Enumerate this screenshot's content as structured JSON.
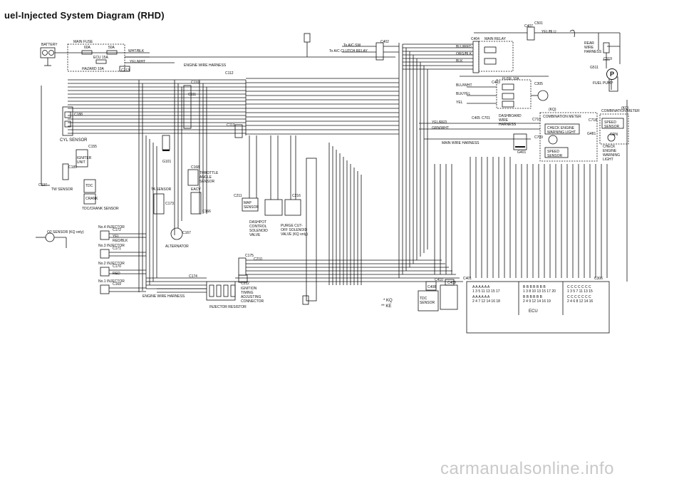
{
  "title": "uel-Injected System Diagram (RHD)",
  "labels": {
    "battery": "BATTERY",
    "main_fuse": "MAIN FUSE",
    "fuse_a": "60A",
    "fuse_b": "50A",
    "ecu_fuse": "ECU 15A",
    "hazard_fuse": "HAZARD 10A",
    "c213": "C213",
    "eng_wire_top": "ENGINE WIRE HARNESS",
    "c112": "C112",
    "c110": "C110",
    "c111": "C111",
    "c113": "C113",
    "c188": "C188",
    "c155": "C155",
    "c189": "C189",
    "c137": "C137",
    "cyl_sensor": "CYL SENSOR",
    "igniter": "IGNITER UNIT",
    "tdc": "TDC",
    "crank": "CRANK",
    "tdc_crank": "TDC/CRANK SENSOR",
    "tw_sensor": "TW SENSOR",
    "o2_sensor": "O2 SENSOR (KQ only)",
    "inj4": "No.4 INJECTOR",
    "c172": "C172",
    "inj3": "No.3 INJECTOR",
    "c171": "C171",
    "inj2": "No.2 INJECTOR",
    "c170": "C170",
    "inj1": "No.1 INJECTOR",
    "c169": "C169",
    "g101": "G101",
    "c168": "C168",
    "throttle": "THROTTLE ANGLE SENSOR",
    "ta_sensor": "TA SENSOR",
    "c173": "C173",
    "eacv": "EACV",
    "c166": "C166",
    "c167": "C167",
    "alternator": "ALTERNATOR",
    "c174": "C174",
    "eng_wire_bot": "ENGINE WIRE HARNESS",
    "inj_resistor": "INJECTOR RESISTOR",
    "c175": "C175",
    "c210": "C210",
    "c212": "C212",
    "ign_timing": "IGNITION TIMING ADJUSTING CONNECTOR",
    "c211": "C211",
    "map_sensor": "MAP SENSOR",
    "c216": "C216",
    "dashpot": "DASHPOT CONTROL SOLENOID VALVE",
    "purge": "PURGE CUT-OFF SOLENOID VALVE (KQ only)",
    "c402": "C402",
    "to_ac_sw": "To A/C SW",
    "to_ac_clutch": "To A/C CLUTCH RELAY",
    "c404": "C404",
    "main_relay": "MAIN RELAY",
    "c407": "C407",
    "c501": "C501",
    "rear_wire": "REAR WIRE HARNESS",
    "c519": "C519",
    "g511": "G511",
    "fuel_pump": "FUEL PUMP",
    "fuse_10a": "FUSE 10A",
    "c403": "C403",
    "c305": "C305",
    "kq1": "(KQ)",
    "kq2": "(KQ)",
    "c405": "C405",
    "c701": "C701",
    "dash_wire": "DASHBOARD WIRE HARNESS",
    "c710": "C710",
    "comb_meter1": "COMBINATION METER",
    "comb_meter2": "COMBINATION METER",
    "c718": "C718",
    "check_engine1": "CHECK ENGINE WARNING LIGHT",
    "check_engine2": "CHECK ENGINE WARNING LIGHT",
    "speed1": "SPEED SENSOR",
    "speed2": "SPEED SENSOR",
    "g401": "G401",
    "c709": "C709",
    "g481": "G481",
    "main_wire": "MAIN WIRE HARNESS",
    "c401": "C401",
    "c408": "C408",
    "c410": "C410",
    "c409": "C409",
    "c306": "C306",
    "tdc_sensor": "TDC SENSOR",
    "ecu": "ECU",
    "pins_a_top": "A A A A A A",
    "pins_a_top_n": "1 3 5 11 13 15 17",
    "pins_a_bot": "A A A A A A",
    "pins_a_bot_n": "2 4 7 12 14 16 18",
    "pins_b_top": "B B B B B B B",
    "pins_b_top_n": "1 3 8 10 13 15 17 20",
    "pins_b_bot": "B B B B B B",
    "pins_b_bot_n": "2 4 9 12 14 16 19",
    "pins_c_top": "C C C C C C C",
    "pins_c_top_n": "1 3 5 7 11 13 15",
    "pins_c_bot": "C C C C C C C",
    "pins_c_bot_n": "2 4 6 8 12 14 16",
    "legend_kq": "* KQ",
    "legend_ke": "** KE",
    "wm": "carmanualsonline.info"
  },
  "wires": {
    "bat": "WHT/BLK",
    "yel_blu": "YEL/BLU",
    "blu_red": "BLU/RED",
    "yel_red": "YEL/RED",
    "red_blk": "RED/BLK",
    "blk_yel": "BLK/YEL",
    "grn_wht": "GRN/WHT",
    "yel_wht": "YEL/WHT",
    "blu_wht": "BLU/WHT",
    "red": "RED",
    "yel": "YEL",
    "blk": "BLK",
    "org_blk": "ORG/BLK",
    "grn": "GRN"
  }
}
